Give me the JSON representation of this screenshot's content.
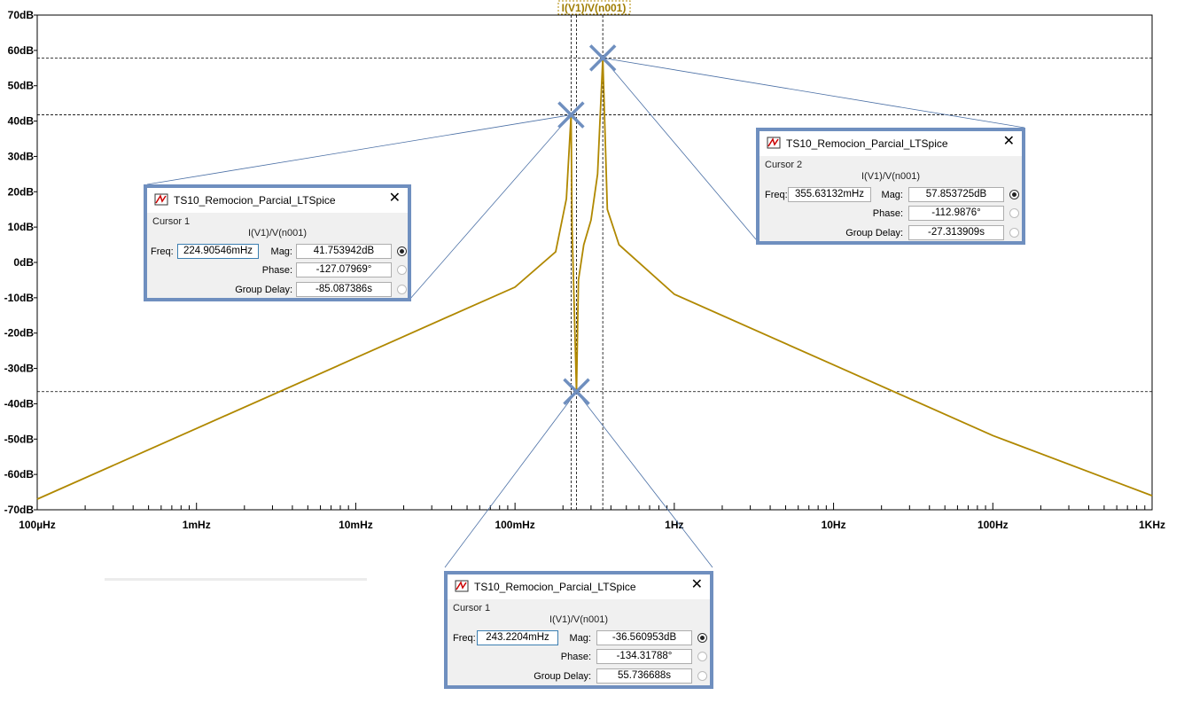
{
  "trace": {
    "label": "I(V1)/V(n001)",
    "color": "#b08800"
  },
  "axes": {
    "y_labels": [
      "70dB",
      "60dB",
      "50dB",
      "40dB",
      "30dB",
      "20dB",
      "10dB",
      "0dB",
      "-10dB",
      "-20dB",
      "-30dB",
      "-40dB",
      "-50dB",
      "-60dB",
      "-70dB"
    ],
    "x_labels": [
      "100µHz",
      "1mHz",
      "10mHz",
      "100mHz",
      "1Hz",
      "10Hz",
      "100Hz",
      "1KHz"
    ],
    "y_range_db": [
      -70,
      70
    ],
    "x_range_hz": [
      0.0001,
      1000
    ],
    "x_scale": "log"
  },
  "chart_data": {
    "type": "line",
    "xlabel": "",
    "ylabel": "",
    "x_scale": "log",
    "xlim_hz": [
      0.0001,
      1000
    ],
    "ylim_db": [
      -70,
      70
    ],
    "series": [
      {
        "name": "I(V1)/V(n001)",
        "x_hz": [
          0.0001,
          0.001,
          0.01,
          0.05,
          0.1,
          0.18,
          0.21,
          0.2249,
          0.228,
          0.2432,
          0.25,
          0.27,
          0.3,
          0.33,
          0.3556,
          0.38,
          0.45,
          1,
          10,
          100,
          1000
        ],
        "y_db": [
          -67,
          -47,
          -27,
          -13,
          -7,
          3,
          18,
          41.75,
          10,
          -36.56,
          -5,
          5,
          12,
          25,
          57.85,
          15,
          5,
          -9,
          -29,
          -49,
          -66
        ]
      }
    ]
  },
  "cursor_markers": [
    {
      "freq_hz": 0.22490546,
      "mag_db": 41.753942
    },
    {
      "freq_hz": 0.35563132,
      "mag_db": 57.853725
    },
    {
      "freq_hz": 0.2432204,
      "mag_db": -36.560953
    }
  ],
  "windows": [
    {
      "title": "TS10_Remocion_Parcial_LTSpice",
      "group": "Cursor 1",
      "expr": "I(V1)/V(n001)",
      "freq_label": "Freq:",
      "freq": "224.90546mHz",
      "mag_label": "Mag:",
      "mag": "41.753942dB",
      "phase_label": "Phase:",
      "phase": "-127.07969°",
      "gd_label": "Group Delay:",
      "gd": "-85.087386s",
      "selected": "mag"
    },
    {
      "title": "TS10_Remocion_Parcial_LTSpice",
      "group": "Cursor 2",
      "expr": "I(V1)/V(n001)",
      "freq_label": "Freq:",
      "freq": "355.63132mHz",
      "mag_label": "Mag:",
      "mag": "57.853725dB",
      "phase_label": "Phase:",
      "phase": "-112.9876°",
      "gd_label": "Group Delay:",
      "gd": "-27.313909s",
      "selected": "mag"
    },
    {
      "title": "TS10_Remocion_Parcial_LTSpice",
      "group": "Cursor 1",
      "expr": "I(V1)/V(n001)",
      "freq_label": "Freq:",
      "freq": "243.2204mHz",
      "mag_label": "Mag:",
      "mag": "-36.560953dB",
      "phase_label": "Phase:",
      "phase": "-134.31788°",
      "gd_label": "Group Delay:",
      "gd": "55.736688s",
      "selected": "mag"
    }
  ]
}
